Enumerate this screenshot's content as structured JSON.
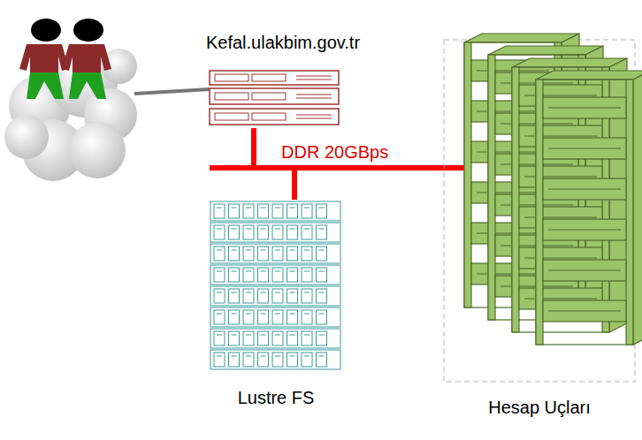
{
  "diagram": {
    "nodes": [
      {
        "text": [
          "Kefal.ulakbim.gov.tr"
        ]
      },
      {
        "text": [
          "Lustre FS"
        ]
      },
      {
        "text": [
          "Hesap Uçları"
        ]
      }
    ],
    "edges": [
      {
        "from": 0,
        "to": 2,
        "arrow": "none",
        "label": "DDR 20GBps"
      },
      {
        "from": 0,
        "to": 1,
        "arrow": "none"
      },
      {
        "from": 1,
        "to": 2,
        "arrow": "none"
      }
    ]
  }
}
